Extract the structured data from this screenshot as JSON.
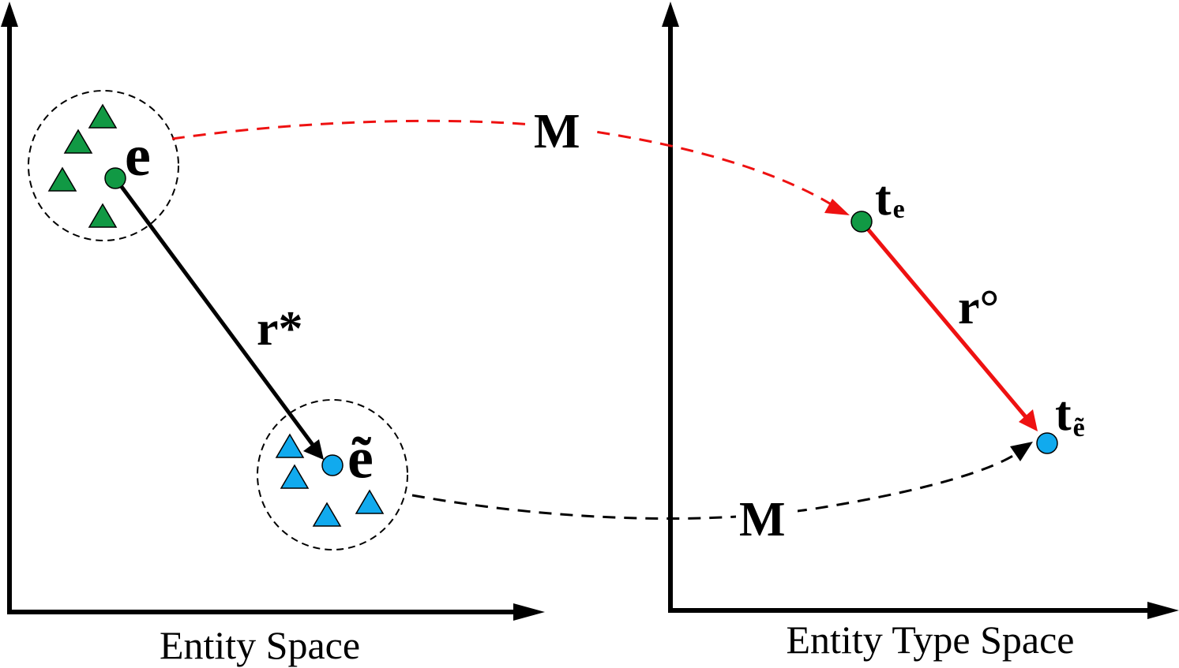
{
  "left_panel": {
    "caption": "Entity Space",
    "entity_label": "e",
    "entity_tilde_label": "ẽ",
    "relation_label": "r*"
  },
  "right_panel": {
    "caption": "Entity Type Space",
    "type_label_base": "t",
    "type_e_subscript": "e",
    "type_tilde_subscript": "ẽ",
    "relation_label": "r°"
  },
  "mapping_label_top": "M",
  "mapping_label_bottom": "M",
  "colors": {
    "green": "#119944",
    "blue": "#11aaee",
    "red": "#ee1111",
    "black": "#000000"
  }
}
